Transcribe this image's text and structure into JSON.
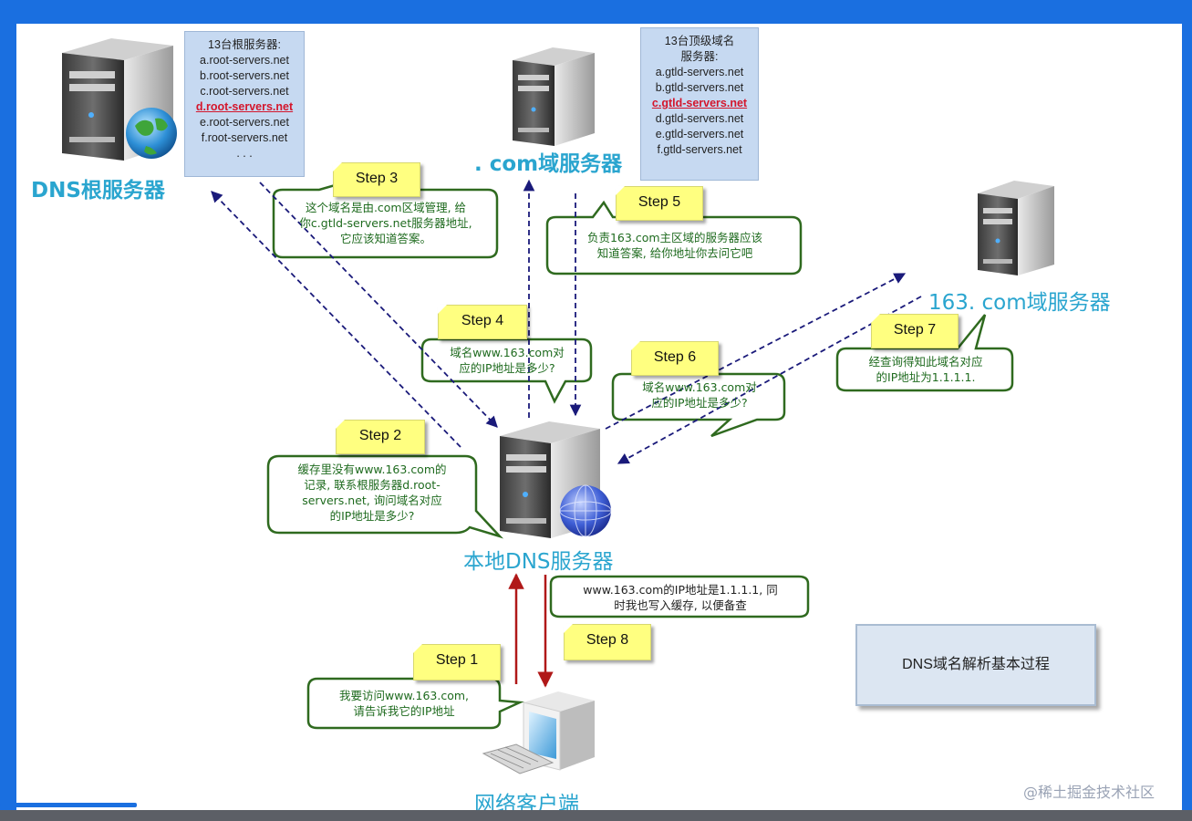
{
  "root_server": {
    "label": "DNS根服务器",
    "list_title": "13台根服务器:",
    "list": [
      "a.root-servers.net",
      "b.root-servers.net",
      "c.root-servers.net",
      "d.root-servers.net",
      "e.root-servers.net",
      "f.root-servers.net",
      ". . ."
    ],
    "highlight_index": 3
  },
  "com_server": {
    "label": ". com域服务器",
    "list_title_1": "13台顶级域名",
    "list_title_2": "服务器:",
    "list": [
      "a.gtld-servers.net",
      "b.gtld-servers.net",
      "c.gtld-servers.net",
      "d.gtld-servers.net",
      "e.gtld-servers.net",
      "f.gtld-servers.net"
    ],
    "highlight_index": 2
  },
  "server_163": {
    "label": "163. com域服务器"
  },
  "local_dns": {
    "label": "本地DNS服务器"
  },
  "client": {
    "label": "网络客户端"
  },
  "steps": {
    "s1": {
      "tag": "Step 1",
      "lines": [
        "我要访问www.163.com,",
        "请告诉我它的IP地址"
      ]
    },
    "s2": {
      "tag": "Step 2",
      "lines": [
        "缓存里没有www.163.com的",
        "记录, 联系根服务器d.root-",
        "servers.net, 询问域名对应",
        "的IP地址是多少?"
      ]
    },
    "s3": {
      "tag": "Step 3",
      "lines": [
        "这个域名是由.com区域管理, 给",
        "你c.gtld-servers.net服务器地址,",
        "它应该知道答案。"
      ]
    },
    "s4": {
      "tag": "Step 4",
      "lines": [
        "域名www.163.com对",
        "应的IP地址是多少?"
      ]
    },
    "s5": {
      "tag": "Step 5",
      "lines": [
        "负责163.com主区域的服务器应该",
        "知道答案, 给你地址你去问它吧"
      ]
    },
    "s6": {
      "tag": "Step 6",
      "lines": [
        "域名www.163.com对",
        "应的IP地址是多少?"
      ]
    },
    "s7": {
      "tag": "Step 7",
      "lines": [
        "经查询得知此域名对应",
        "的IP地址为1.1.1.1."
      ]
    },
    "s8": {
      "tag": "Step 8",
      "lines": [
        "www.163.com的IP地址是1.1.1.1, 同",
        "时我也写入缓存, 以便备查"
      ]
    }
  },
  "caption": "DNS域名解析基本过程",
  "watermark": "@稀土掘金技术社区",
  "colors": {
    "label_blue": "#2aa5cf",
    "bubble_green": "#1f6b1f",
    "step_yellow": "#ffff80",
    "arrow_navy": "#1a1a7a",
    "arrow_red": "#b01818",
    "highlight_red": "#d4162c",
    "window_blue": "#1a6fe0"
  }
}
